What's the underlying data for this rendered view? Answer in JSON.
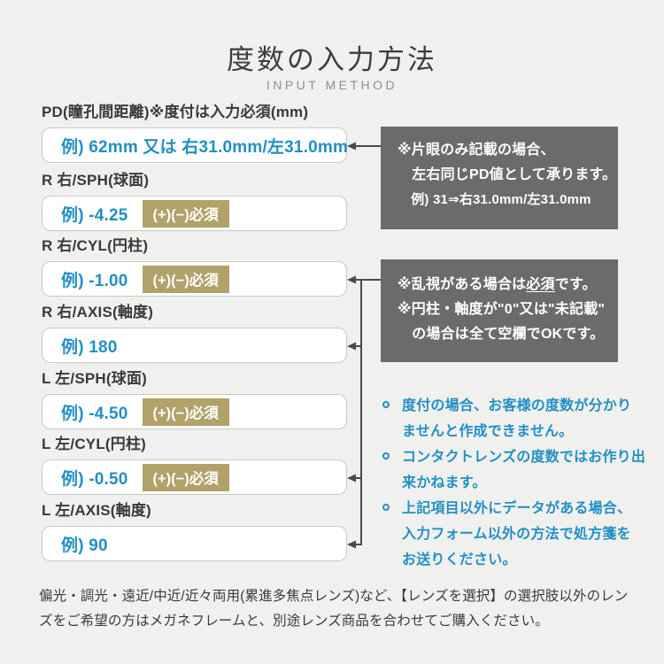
{
  "header": {
    "title": "度数の入力方法",
    "subtitle": "INPUT METHOD"
  },
  "form": {
    "fields": [
      {
        "label": "PD(瞳孔間距離)※度付は入力必須(mm)",
        "example": "例) 62mm 又は 右31.0mm/左31.0mm",
        "badge": null
      },
      {
        "label": "R 右/SPH(球面)",
        "example": "例) -4.25",
        "badge": "(+)(−)必須"
      },
      {
        "label": "R 右/CYL(円柱)",
        "example": "例) -1.00",
        "badge": "(+)(−)必須"
      },
      {
        "label": "R 右/AXIS(軸度)",
        "example": "例) 180",
        "badge": null
      },
      {
        "label": "L 左/SPH(球面)",
        "example": "例) -4.50",
        "badge": "(+)(−)必須"
      },
      {
        "label": "L 左/CYL(円柱)",
        "example": "例) -0.50",
        "badge": "(+)(−)必須"
      },
      {
        "label": "L 左/AXIS(軸度)",
        "example": "例) 90",
        "badge": null
      }
    ]
  },
  "callouts": [
    {
      "lines": [
        "※片眼のみ記載の場合、",
        "　左右同じPD値として承ります。",
        "　例) 31⇒右31.0mm/左31.0mm"
      ]
    },
    {
      "line1_pre": "※乱視がある場合は",
      "line1_emphasis": "必須",
      "line1_post": "です。",
      "line2": "※円柱・軸度が\"0\"又は\"未記載\"",
      "line3": "　の場合は全て空欄でOKです。"
    }
  ],
  "notes": [
    {
      "lines": [
        "度付の場合、お客様の度数が分かり",
        "ませんと作成できません。"
      ]
    },
    {
      "lines": [
        "コンタクトレンズの度数ではお作り出",
        "来かねます。"
      ]
    },
    {
      "lines": [
        "上記項目以外にデータがある場合、",
        "入力フォーム以外の方法で処方箋を",
        "お送りください。"
      ]
    }
  ],
  "footer": {
    "lines": [
      "偏光・調光・遠近/中近/近々両用(累進多焦点レンズ)など、【レンズを選択】の選択肢以外のレン",
      "ズをご希望の方はメガネフレームと、別途レンズ商品を合わせてご購入ください。"
    ]
  },
  "colors": {
    "accent_blue": "#2190c4",
    "badge_tan": "#b1a26a",
    "callout_gray": "#6b6b6b",
    "background": "#f0f0ee",
    "arrow_gray": "#4a4a4a"
  }
}
